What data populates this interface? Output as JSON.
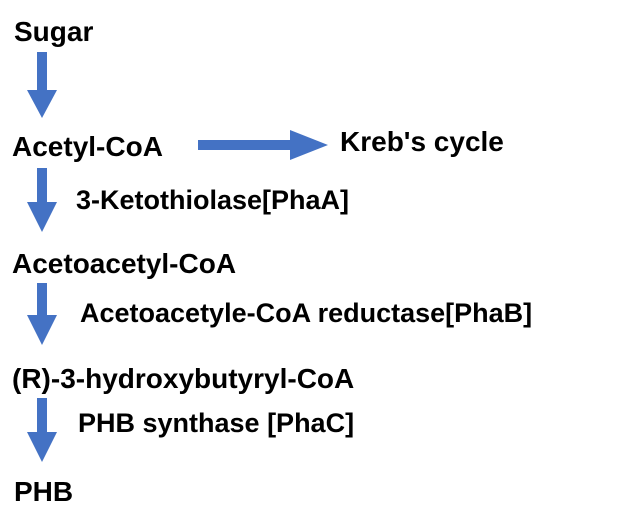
{
  "pathway": {
    "compounds": {
      "sugar": "Sugar",
      "acetyl_coa": "Acetyl-CoA",
      "krebs": "Kreb's cycle",
      "acetoacetyl_coa": "Acetoacetyl-CoA",
      "hydroxybutyryl_coa": "(R)-3-hydroxybutyryl-CoA",
      "phb": "PHB"
    },
    "enzymes": {
      "pha_a": "3-Ketothiolase[PhaA]",
      "pha_b": "Acetoacetyle-CoA reductase[PhaB]",
      "pha_c": "PHB synthase [PhaC]"
    }
  },
  "colors": {
    "arrow": "#4472C4",
    "text": "#000000",
    "background": "#ffffff"
  }
}
